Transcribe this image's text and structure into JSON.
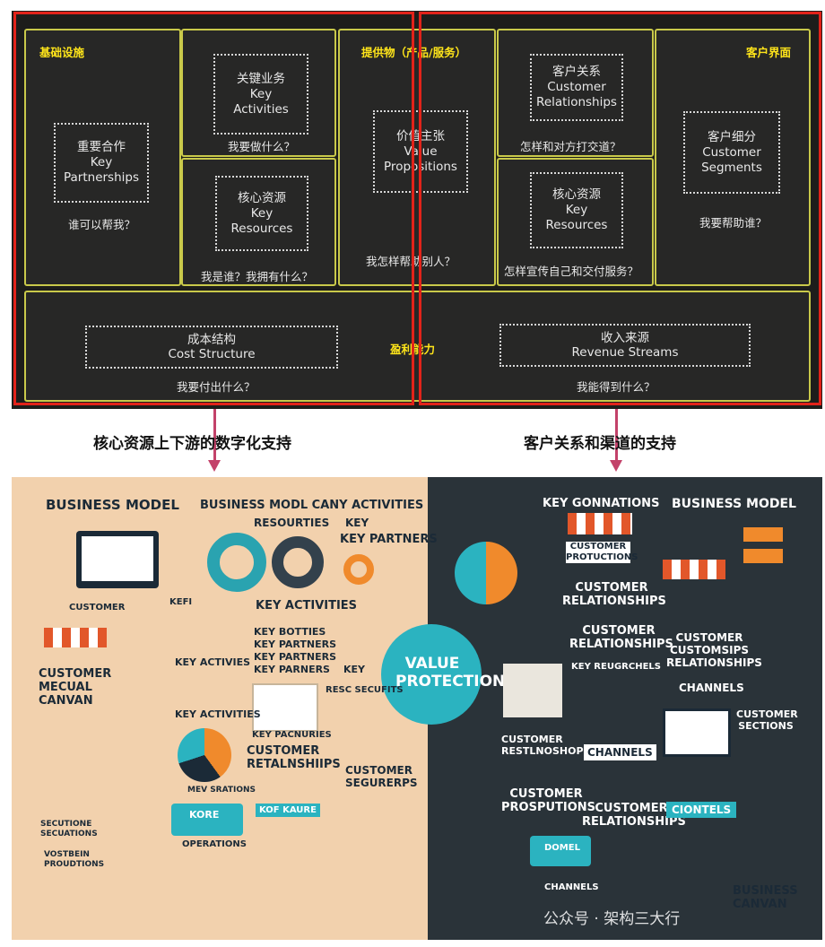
{
  "canvas": {
    "infrastructure": "基础设施",
    "offering": "提供物（产品/服务）",
    "customer_interface": "客户界面",
    "finance": "盈利能力",
    "key_partnerships": {
      "zh": "重要合作",
      "en1": "Key",
      "en2": "Partnerships",
      "question": "谁可以帮我？"
    },
    "key_activities": {
      "zh": "关键业务",
      "en1": "Key",
      "en2": "Activities",
      "question": "我要做什么？"
    },
    "key_resources": {
      "zh": "核心资源",
      "en1": "Key",
      "en2": "Resources",
      "question": "我是谁？我拥有什么？"
    },
    "value_propositions": {
      "zh": "价值主张",
      "en1": "Value",
      "en2": "Propositions",
      "question": "我怎样帮助别人？"
    },
    "customer_relationships": {
      "zh": "客户关系",
      "en1": "Customer",
      "en2": "Relationships",
      "question": "怎样和对方打交道？"
    },
    "channels": {
      "zh": "核心资源",
      "en1": "Key",
      "en2": "Resources",
      "question": "怎样宣传自己和交付服务？"
    },
    "customer_segments": {
      "zh": "客户细分",
      "en1": "Customer",
      "en2": "Segments",
      "question": "我要帮助谁？"
    },
    "cost_structure": {
      "zh": "成本结构",
      "en": "Cost Structure",
      "question": "我要付出什么？"
    },
    "revenue_streams": {
      "zh": "收入来源",
      "en": "Revenue Streams",
      "question": "我能得到什么？"
    }
  },
  "captions": {
    "left": "核心资源上下游的数字化支持",
    "right": "客户关系和渠道的支持"
  },
  "poster": {
    "left_texts": [
      "BUSINESS MODEL",
      "BUSINESS MODL CANY ACTIVITIES",
      "RESOURTIES",
      "KEY",
      "KEY PARTNERS",
      "KEY ACTIVITIES",
      "KEY BOTTIES",
      "KEY PARTNERS",
      "KEY PARTNERS",
      "KEY PARNERS",
      "KEY",
      "RESC SECUFITS",
      "KEY ACTIVIES",
      "KEY ACTIVITIES",
      "CUSTOMER MECUAL CANVAN",
      "KEFI",
      "CUSTOMER",
      "KEY PACNURIES",
      "CUSTOMER RETALNSHIIPS",
      "CUSTOMER SEGURERPS",
      "MEV SRATIONS",
      "KORE",
      "KOF KAURE",
      "OPERATIONS",
      "SECUTIONE SECUATIONS",
      "VOSTBEIN PROUDTIONS"
    ],
    "center_title": "VALUE PROTECTIONS",
    "right_texts": [
      "KEY GONNATIONS",
      "BUSINESS MODEL",
      "CUSTOMER PROTUCTIONS",
      "CUSTOMER RELATIONSHIPS",
      "CUSTOMER RELATIONSHIPS",
      "KEY REUGRCHELS",
      "CUSTOMER CUSTOMSIPS RELATIONSHIPS",
      "CHANNELS",
      "CUSTOMER SECTIONS",
      "CUSTOMER RESTLNOSHOPS",
      "CHANNELS",
      "CUSTOMER PROSPUTIONS",
      "CUSTOMER RELATIONSHIPS",
      "CIONTELS",
      "DOMEL",
      "CHANNELS",
      "BUSINESS CANVAN"
    ],
    "watermark": "公众号 · 架构三大行"
  },
  "colors": {
    "frame": "#c9c94a",
    "header": "#ffe51a",
    "highlight": "#e2231a",
    "arrow": "#c3426a",
    "teal": "#2bb3c0",
    "orange": "#f08a2c"
  }
}
